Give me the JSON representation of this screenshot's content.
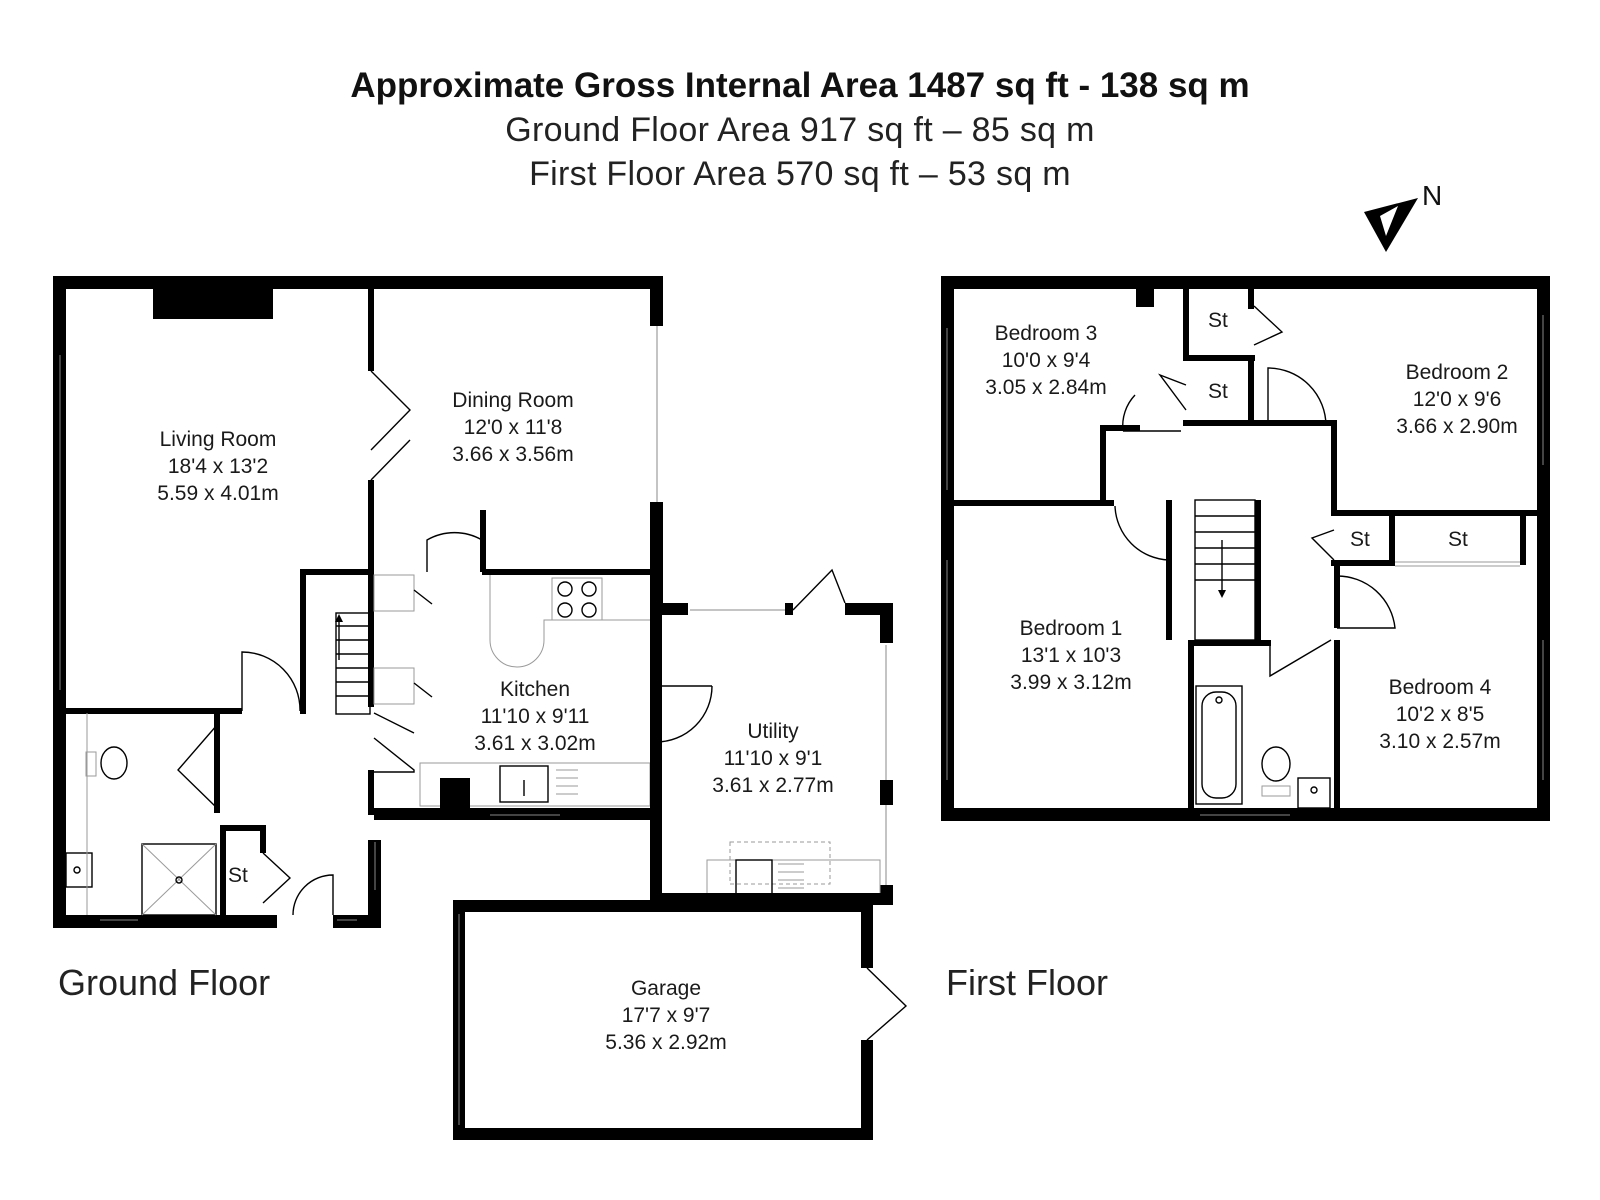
{
  "header": {
    "title": "Approximate Gross Internal Area 1487 sq ft - 138 sq m",
    "ground_area": "Ground Floor Area 917 sq ft – 85 sq m",
    "first_area": "First Floor Area 570 sq ft – 53 sq m"
  },
  "compass": {
    "label": "N"
  },
  "floors": {
    "ground_label": "Ground Floor",
    "first_label": "First Floor"
  },
  "rooms": {
    "living": {
      "name": "Living Room",
      "imperial": "18'4 x 13'2",
      "metric": "5.59 x 4.01m"
    },
    "dining": {
      "name": "Dining Room",
      "imperial": "12'0 x 11'8",
      "metric": "3.66 x 3.56m"
    },
    "kitchen": {
      "name": "Kitchen",
      "imperial": "11'10 x 9'11",
      "metric": "3.61 x 3.02m"
    },
    "utility": {
      "name": "Utility",
      "imperial": "11'10 x 9'1",
      "metric": "3.61 x 2.77m"
    },
    "garage": {
      "name": "Garage",
      "imperial": "17'7 x 9'7",
      "metric": "5.36 x 2.92m"
    },
    "bedroom1": {
      "name": "Bedroom 1",
      "imperial": "13'1 x 10'3",
      "metric": "3.99 x 3.12m"
    },
    "bedroom2": {
      "name": "Bedroom 2",
      "imperial": "12'0 x 9'6",
      "metric": "3.66 x 2.90m"
    },
    "bedroom3": {
      "name": "Bedroom 3",
      "imperial": "10'0 x 9'4",
      "metric": "3.05 x 2.84m"
    },
    "bedroom4": {
      "name": "Bedroom 4",
      "imperial": "10'2 x 8'5",
      "metric": "3.10 x 2.57m"
    }
  },
  "storage_label": "St"
}
